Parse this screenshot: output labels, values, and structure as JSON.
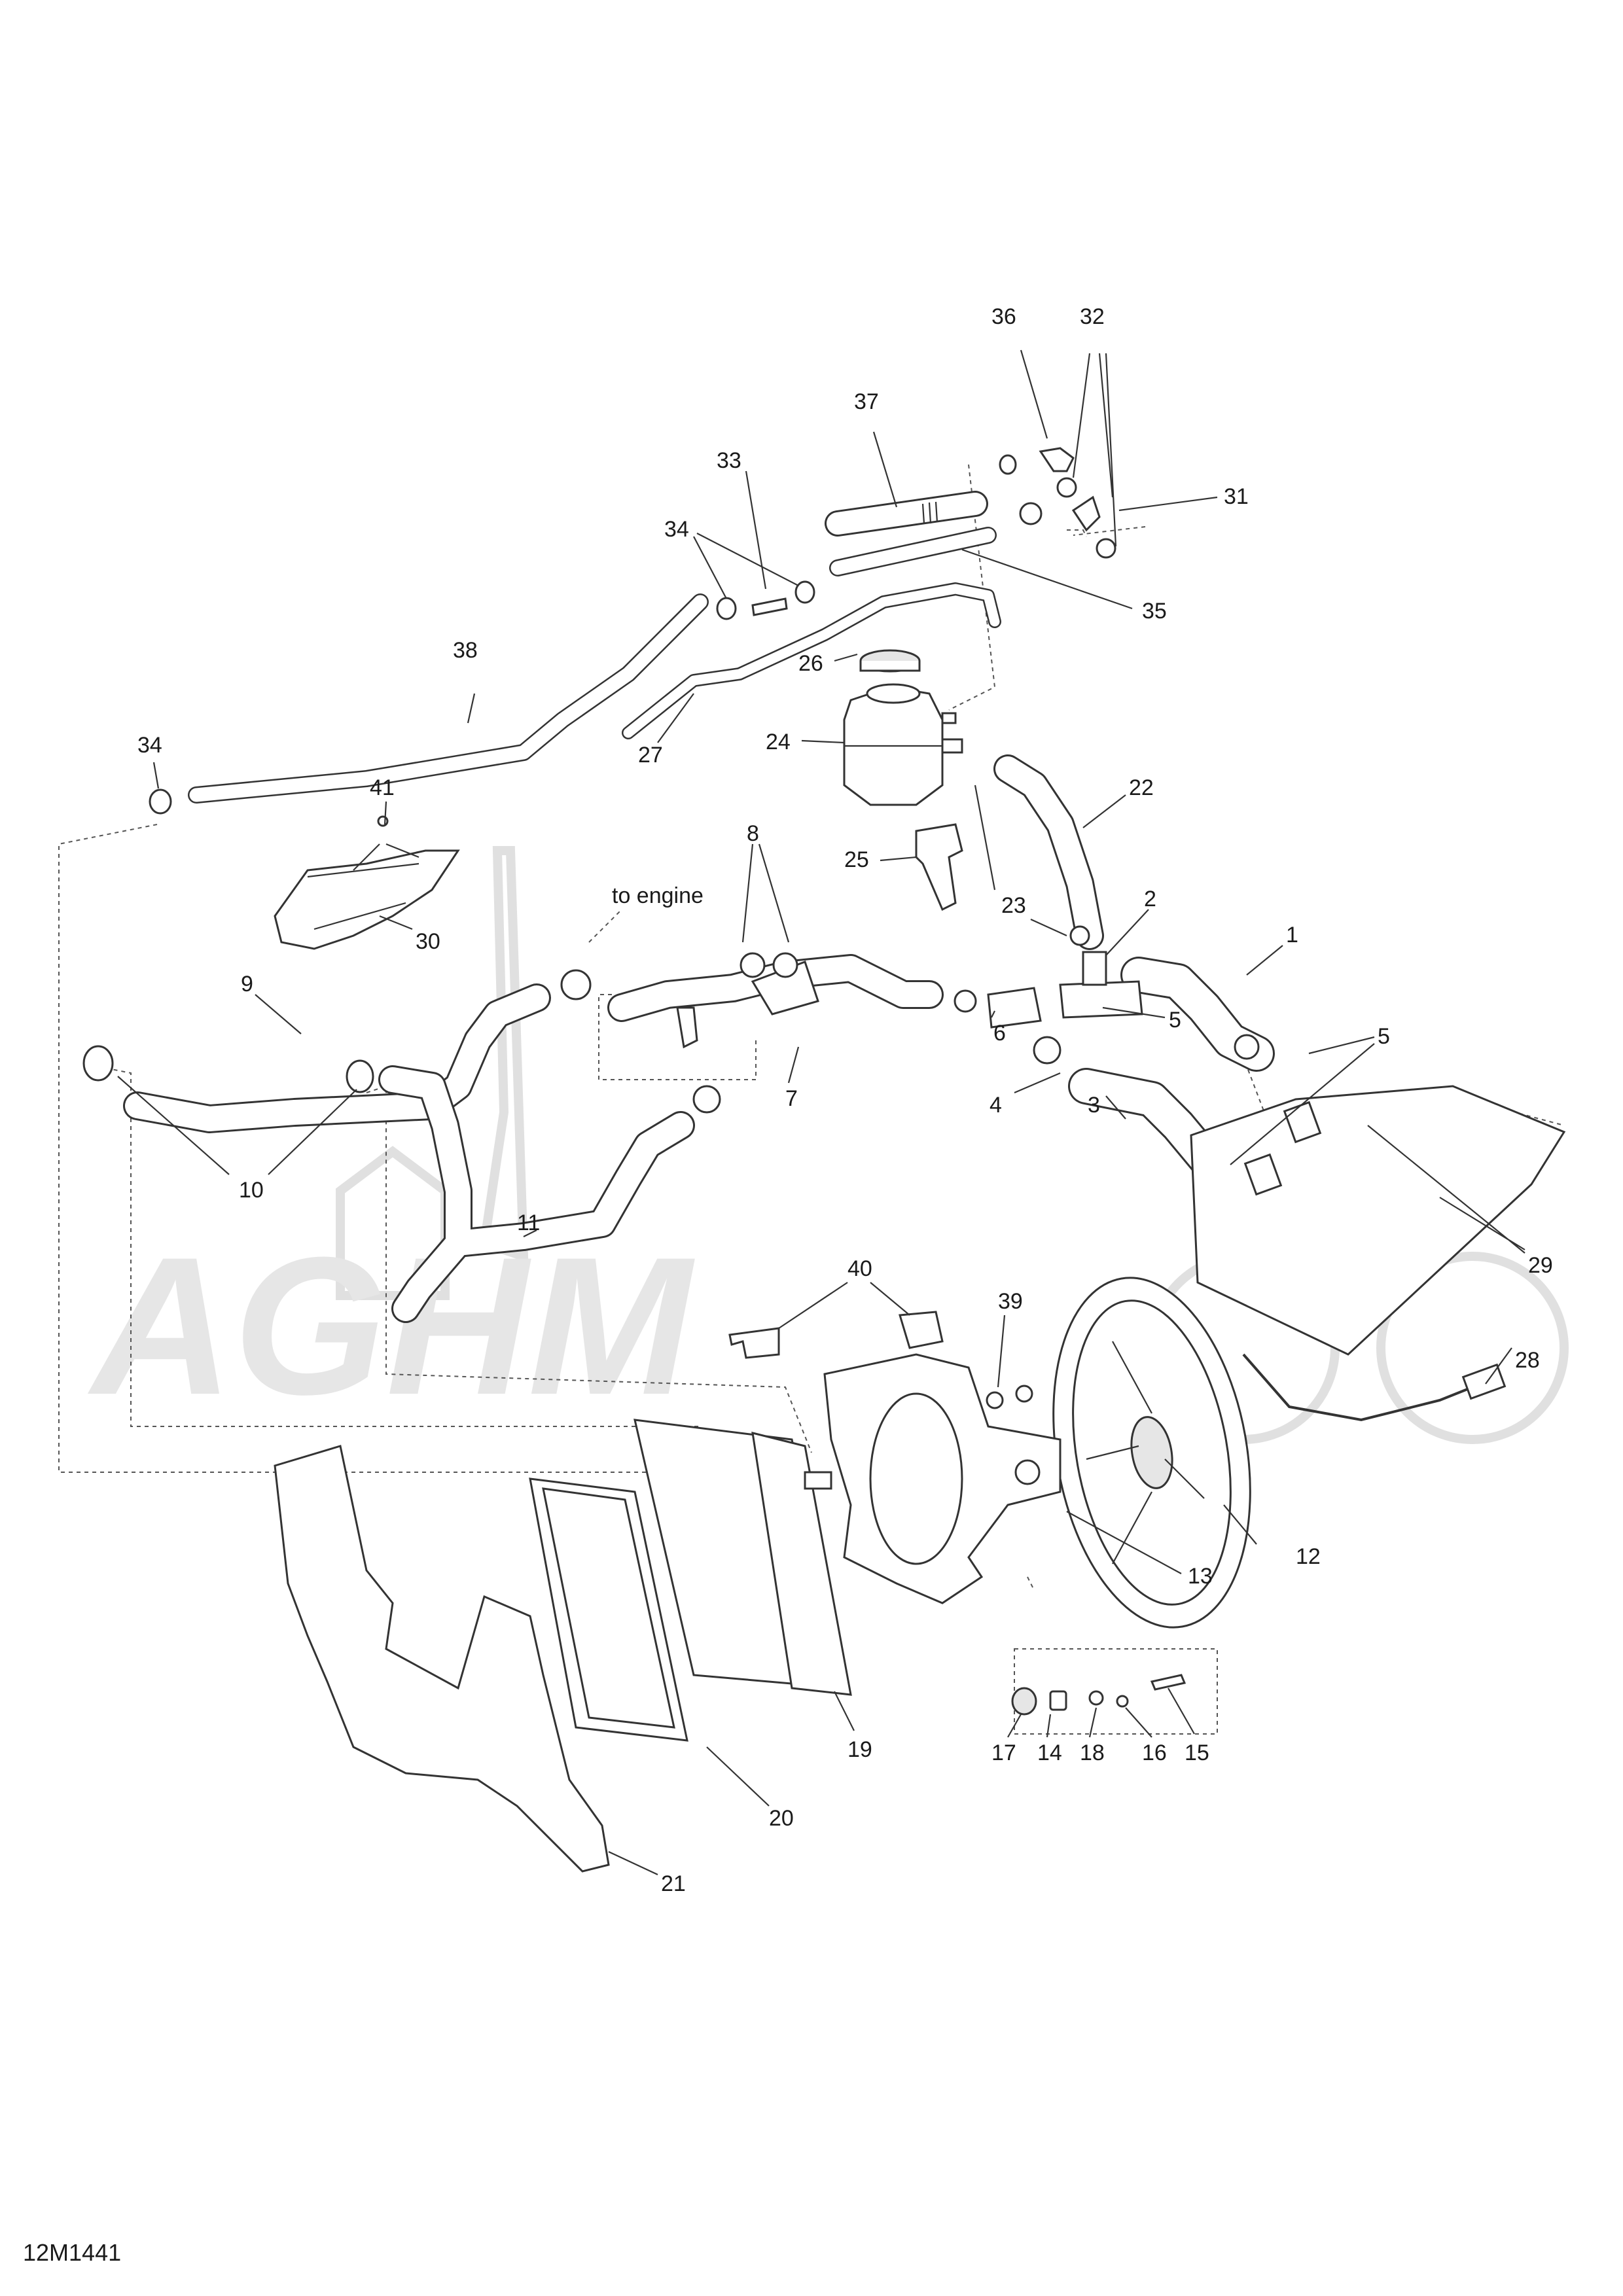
{
  "drawing_code": "12M1441",
  "note_to_engine": "to engine",
  "callouts": [
    {
      "id": "c1",
      "label": "1"
    },
    {
      "id": "c2",
      "label": "2"
    },
    {
      "id": "c3",
      "label": "3"
    },
    {
      "id": "c4",
      "label": "4"
    },
    {
      "id": "c5a",
      "label": "5"
    },
    {
      "id": "c5b",
      "label": "5"
    },
    {
      "id": "c6",
      "label": "6"
    },
    {
      "id": "c7",
      "label": "7"
    },
    {
      "id": "c8",
      "label": "8"
    },
    {
      "id": "c9",
      "label": "9"
    },
    {
      "id": "c10",
      "label": "10"
    },
    {
      "id": "c11",
      "label": "11"
    },
    {
      "id": "c12",
      "label": "12"
    },
    {
      "id": "c13",
      "label": "13"
    },
    {
      "id": "c14",
      "label": "14"
    },
    {
      "id": "c15",
      "label": "15"
    },
    {
      "id": "c16",
      "label": "16"
    },
    {
      "id": "c17",
      "label": "17"
    },
    {
      "id": "c18",
      "label": "18"
    },
    {
      "id": "c19",
      "label": "19"
    },
    {
      "id": "c20",
      "label": "20"
    },
    {
      "id": "c21",
      "label": "21"
    },
    {
      "id": "c22",
      "label": "22"
    },
    {
      "id": "c23",
      "label": "23"
    },
    {
      "id": "c24",
      "label": "24"
    },
    {
      "id": "c25",
      "label": "25"
    },
    {
      "id": "c26",
      "label": "26"
    },
    {
      "id": "c27",
      "label": "27"
    },
    {
      "id": "c28",
      "label": "28"
    },
    {
      "id": "c29",
      "label": "29"
    },
    {
      "id": "c30",
      "label": "30"
    },
    {
      "id": "c31",
      "label": "31"
    },
    {
      "id": "c32",
      "label": "32"
    },
    {
      "id": "c33",
      "label": "33"
    },
    {
      "id": "c34a",
      "label": "34"
    },
    {
      "id": "c34b",
      "label": "34"
    },
    {
      "id": "c35",
      "label": "35"
    },
    {
      "id": "c36",
      "label": "36"
    },
    {
      "id": "c37",
      "label": "37"
    },
    {
      "id": "c38",
      "label": "38"
    },
    {
      "id": "c39",
      "label": "39"
    },
    {
      "id": "c40",
      "label": "40"
    },
    {
      "id": "c41",
      "label": "41"
    }
  ]
}
